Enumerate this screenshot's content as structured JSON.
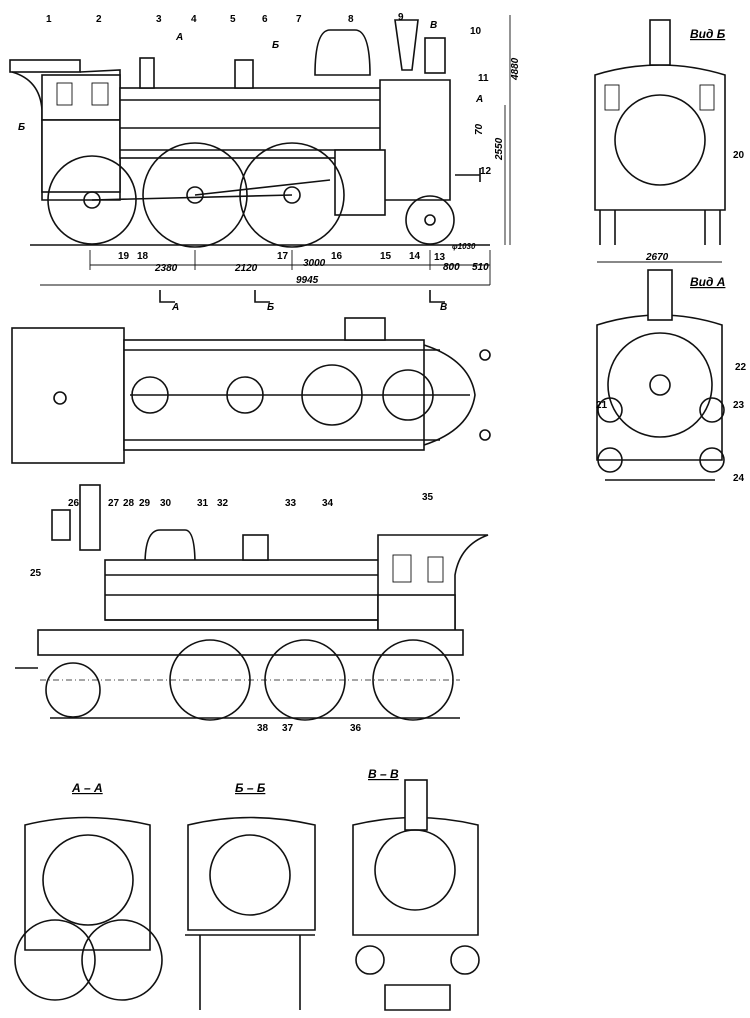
{
  "side_view_callouts": [
    "1",
    "2",
    "3",
    "4",
    "5",
    "6",
    "7",
    "8",
    "9",
    "10",
    "11",
    "12",
    "13",
    "14",
    "15",
    "16",
    "17",
    "18",
    "19"
  ],
  "side_view_dimensions": {
    "d2380": "2380",
    "d2120": "2120",
    "d3000": "3000",
    "d9945": "9945",
    "d800": "800",
    "d510": "510",
    "wheel": "φ1030",
    "h4880": "4880",
    "h2550": "2550",
    "d70": "70"
  },
  "section_markers": {
    "a": "А",
    "b": "Б",
    "v": "В"
  },
  "end_views": {
    "view_b": "Вид Б",
    "view_a": "Вид А",
    "width": "2670",
    "callouts": [
      "20",
      "21",
      "22",
      "23",
      "24"
    ]
  },
  "rear_view_callouts": [
    "25",
    "26",
    "27",
    "28",
    "29",
    "30",
    "31",
    "32",
    "33",
    "34",
    "35",
    "36",
    "37",
    "38"
  ],
  "sections": [
    "А – А",
    "Б – Б",
    "В – В"
  ]
}
